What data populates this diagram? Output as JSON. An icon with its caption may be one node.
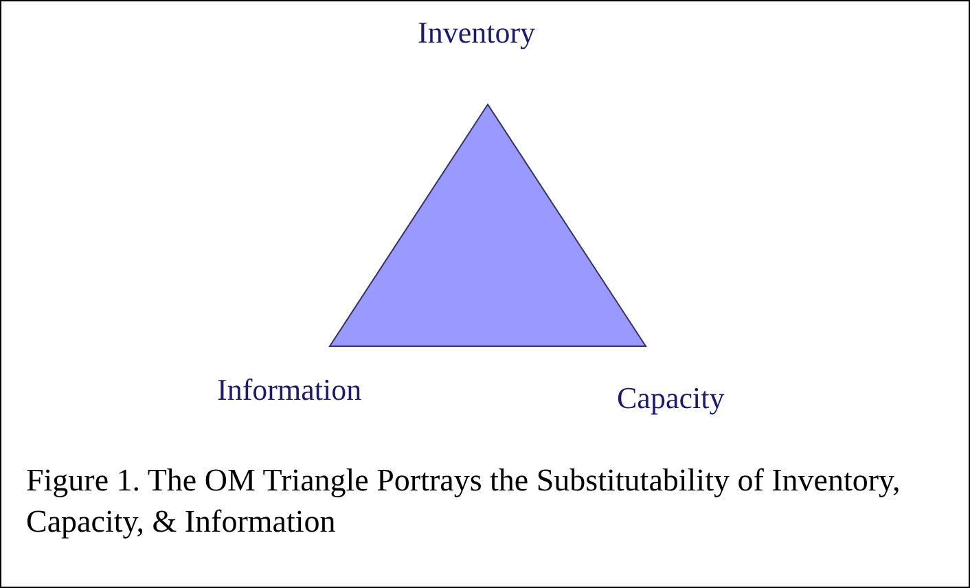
{
  "diagram": {
    "caption": "Figure 1. The OM Triangle Portrays the Substitutability of Inventory, Capacity, & Information",
    "nodes": [
      {
        "text": [],
        "shape": "triangle",
        "beside": [
          "Inventory",
          "Information",
          "Capacity"
        ]
      }
    ]
  }
}
